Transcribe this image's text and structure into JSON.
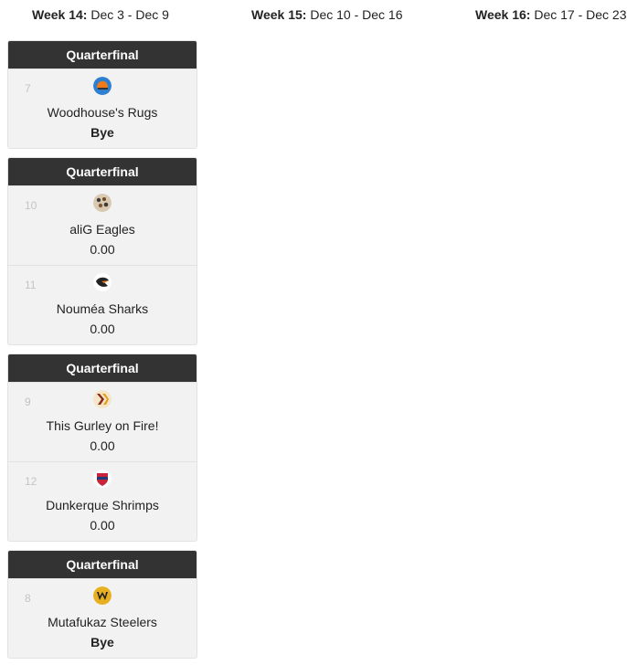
{
  "weeks": [
    {
      "label": "Week 14:",
      "range": "Dec 3 - Dec 9"
    },
    {
      "label": "Week 15:",
      "range": "Dec 10 - Dec 16"
    },
    {
      "label": "Week 16:",
      "range": "Dec 17 - Dec 23"
    }
  ],
  "matchups": [
    {
      "round": "Quarterfinal",
      "teams": [
        {
          "seed": "7",
          "name": "Woodhouse's Rugs",
          "score": "Bye",
          "logo": "helmet-logo-icon"
        }
      ]
    },
    {
      "round": "Quarterfinal",
      "teams": [
        {
          "seed": "10",
          "name": "aliG Eagles",
          "score": "0.00",
          "logo": "team-photo-logo-icon"
        },
        {
          "seed": "11",
          "name": "Nouméa Sharks",
          "score": "0.00",
          "logo": "bird-logo-icon"
        }
      ]
    },
    {
      "round": "Quarterfinal",
      "teams": [
        {
          "seed": "9",
          "name": "This Gurley on Fire!",
          "score": "0.00",
          "logo": "fire-logo-icon"
        },
        {
          "seed": "12",
          "name": "Dunkerque Shrimps",
          "score": "0.00",
          "logo": "shield-logo-icon"
        }
      ]
    },
    {
      "round": "Quarterfinal",
      "teams": [
        {
          "seed": "8",
          "name": "Mutafukaz Steelers",
          "score": "Bye",
          "logo": "w-logo-icon"
        }
      ]
    }
  ]
}
